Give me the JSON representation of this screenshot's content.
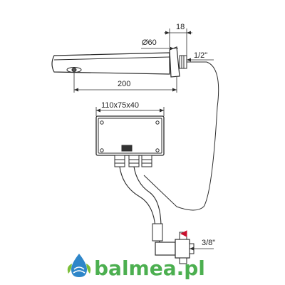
{
  "dimensions": {
    "spout_diameter": "Ø60",
    "wall_plate": "18",
    "spout_thread": "1/2\"",
    "spout_length": "200",
    "box_size": "110x75x40",
    "valve_thread": "3/8\""
  },
  "logo": {
    "name_main": "balmea",
    "name_tld": ".pl"
  },
  "colors": {
    "line": "#2b2b2b",
    "logo_text": "#4caf50",
    "logo_drop": "#2e86c9",
    "logo_leaf": "#7cbf3a"
  }
}
